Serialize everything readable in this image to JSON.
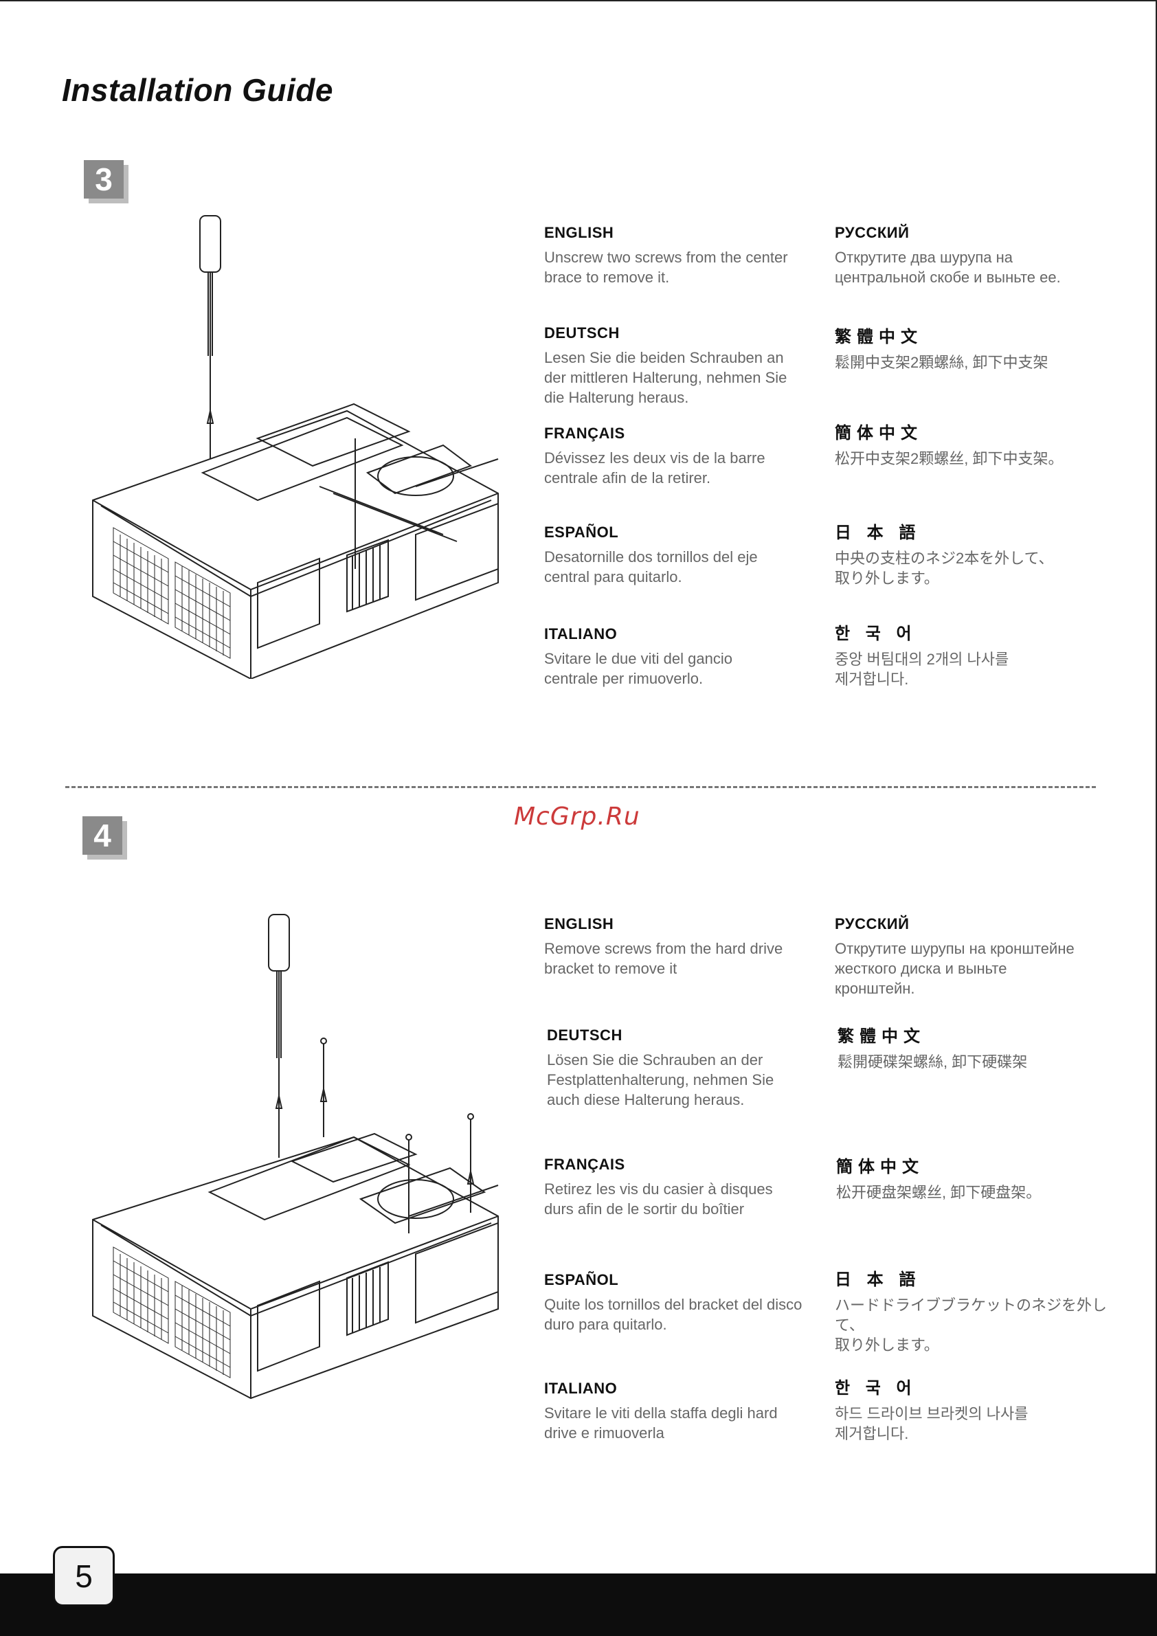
{
  "title": "Installation Guide",
  "watermark": "McGrp.Ru",
  "page_number": "5",
  "steps": [
    {
      "number": "3",
      "left": [
        {
          "heading": "ENGLISH",
          "text": "Unscrew two screws from the center\nbrace to remove it."
        },
        {
          "heading": "DEUTSCH",
          "text": "Lesen Sie die beiden Schrauben an\nder mittleren Halterung, nehmen Sie\ndie Halterung heraus."
        },
        {
          "heading": "FRANÇAIS",
          "text": "Dévissez les deux vis de la barre\ncentrale afin de la retirer."
        },
        {
          "heading": "ESPAÑOL",
          "text": "Desatornille dos tornillos del eje\ncentral para quitarlo."
        },
        {
          "heading": "ITALIANO",
          "text": "Svitare le due viti del gancio\ncentrale per rimuoverlo."
        }
      ],
      "right": [
        {
          "heading": "РУССКИЙ",
          "text": "Открутите два шурупа на\nцентральной скобе и выньте ее."
        },
        {
          "heading": "繁體中文",
          "text": "鬆開中支架2顆螺絲, 卸下中支架"
        },
        {
          "heading": "簡体中文",
          "text": "松开中支架2颗螺丝, 卸下中支架。"
        },
        {
          "heading": "日 本 語",
          "text": "中央の支柱のネジ2本を外して、\n取り外します。"
        },
        {
          "heading": "한 국 어",
          "text": "중앙 버팀대의 2개의 나사를\n제거합니다."
        }
      ]
    },
    {
      "number": "4",
      "left": [
        {
          "heading": "ENGLISH",
          "text": "Remove screws from the hard drive\nbracket to remove it"
        },
        {
          "heading": "DEUTSCH",
          "text": "Lösen Sie die Schrauben an der\nFestplattenhalterung, nehmen Sie\nauch diese Halterung heraus."
        },
        {
          "heading": "FRANÇAIS",
          "text": "Retirez les vis du casier à disques\ndurs afin de le sortir du boîtier"
        },
        {
          "heading": "ESPAÑOL",
          "text": "Quite los tornillos del bracket del disco\nduro para quitarlo."
        },
        {
          "heading": "ITALIANO",
          "text": "Svitare le viti della staffa degli hard\ndrive e rimuoverla"
        }
      ],
      "right": [
        {
          "heading": "РУССКИЙ",
          "text": "Открутите шурупы на кронштейне\nжесткого диска и выньте\nкронштейн."
        },
        {
          "heading": "繁體中文",
          "text": "鬆開硬碟架螺絲, 卸下硬碟架"
        },
        {
          "heading": "簡体中文",
          "text": "松开硬盘架螺丝, 卸下硬盘架。"
        },
        {
          "heading": "日 本 語",
          "text": "ハードドライブブラケットのネジを外して、\n取り外します。"
        },
        {
          "heading": "한 국 어",
          "text": "하드 드라이브 브라켓의 나사를\n제거합니다."
        }
      ]
    }
  ]
}
